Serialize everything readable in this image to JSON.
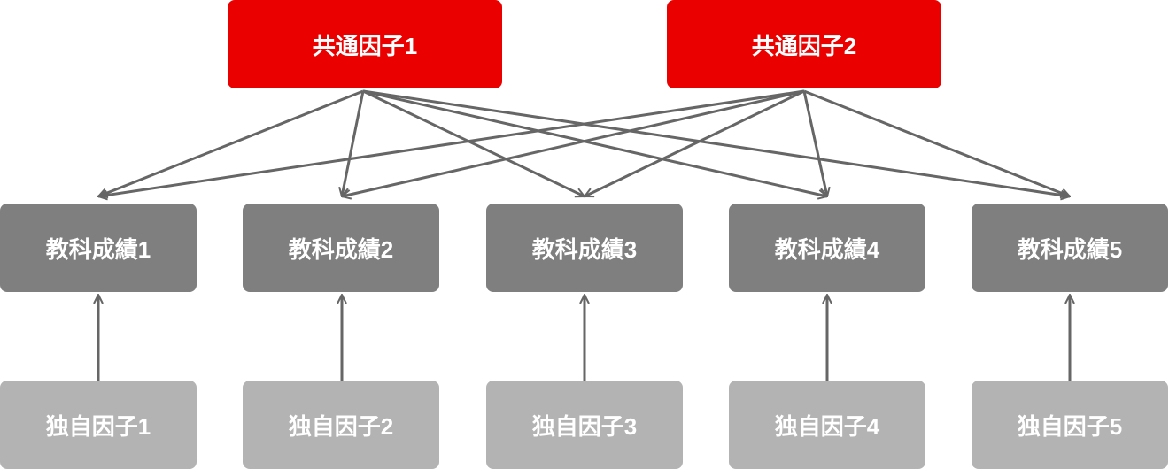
{
  "common_factors": [
    {
      "label": "共通因子1"
    },
    {
      "label": "共通因子2"
    }
  ],
  "subject_scores": [
    {
      "label": "教科成績1"
    },
    {
      "label": "教科成績2"
    },
    {
      "label": "教科成績3"
    },
    {
      "label": "教科成績4"
    },
    {
      "label": "教科成績5"
    }
  ],
  "unique_factors": [
    {
      "label": "独自因子1"
    },
    {
      "label": "独自因子2"
    },
    {
      "label": "独自因子3"
    },
    {
      "label": "独自因子4"
    },
    {
      "label": "独自因子5"
    }
  ],
  "colors": {
    "common": "#EB0000",
    "subject": "#7F7F7F",
    "unique": "#B3B3B3",
    "arrow": "#666666"
  }
}
